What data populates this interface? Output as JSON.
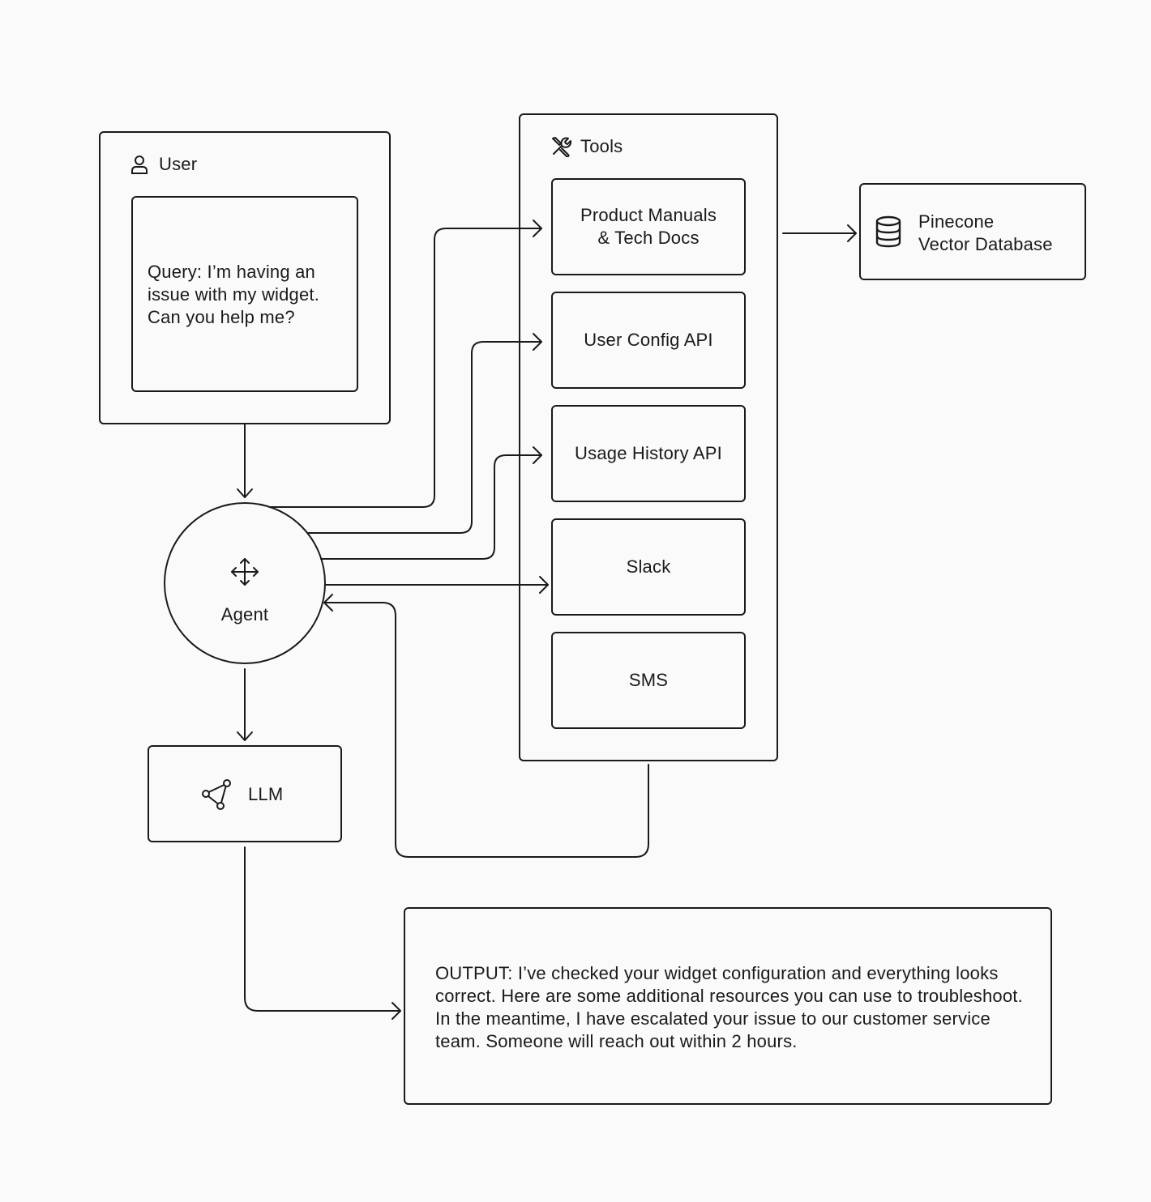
{
  "user": {
    "title": "User",
    "query": "Query: I’m having an issue with my widget. Can you help me?"
  },
  "agent": {
    "label": "Agent"
  },
  "llm": {
    "label": "LLM"
  },
  "tools": {
    "title": "Tools",
    "items": [
      {
        "line1": "Product Manuals",
        "line2": "& Tech Docs"
      },
      {
        "line1": "User Config API"
      },
      {
        "line1": "Usage History API"
      },
      {
        "line1": "Slack"
      },
      {
        "line1": "SMS"
      }
    ]
  },
  "database": {
    "line1": "Pinecone",
    "line2": "Vector Database"
  },
  "output": {
    "text": "OUTPUT: I’ve checked your widget configuration and everything looks correct. Here are some additional resources you can use to troubleshoot. In the meantime, I have escalated your issue to our customer service team. Someone will reach out within 2 hours."
  }
}
